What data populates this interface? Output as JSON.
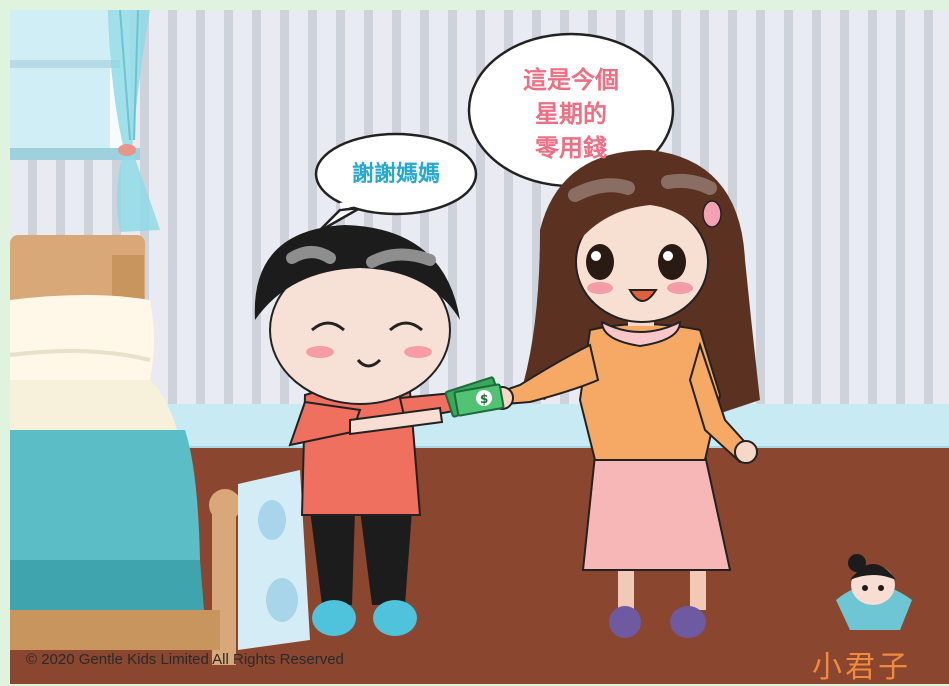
{
  "speech": {
    "boy": "謝謝媽媽",
    "mother_lines": [
      "這是今個",
      "星期的",
      "零用錢"
    ]
  },
  "money_symbol": "$",
  "footer": {
    "copyright": "© 2020 Gentle Kids Limited All Rights Reserved"
  },
  "logo": {
    "text": "小君子"
  },
  "colors": {
    "wall": "#e6e9ef",
    "wall_stripe": "#c9ced8",
    "floor": "#8b4630",
    "boy_bubble_text": "#27a9cf",
    "mother_bubble_text": "#ee6f84",
    "logo_text": "#f08a3c"
  }
}
